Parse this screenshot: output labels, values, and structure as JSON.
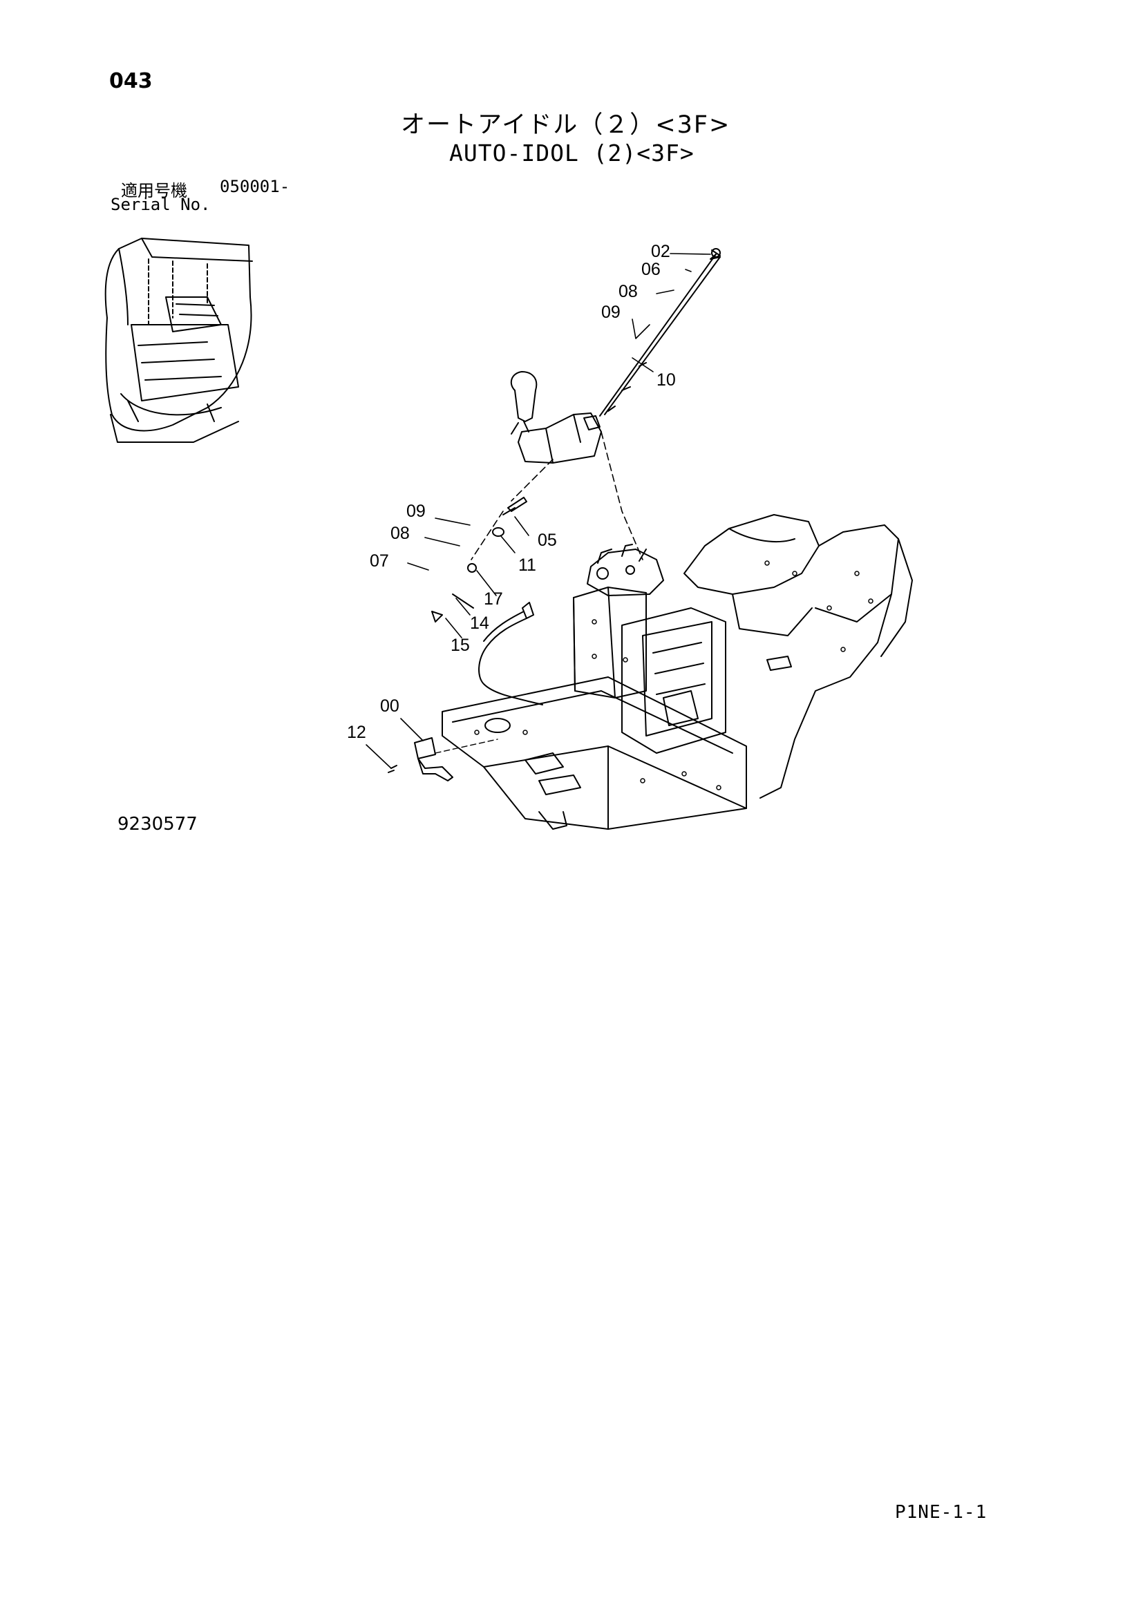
{
  "header": {
    "page_number": "043",
    "title_ja": "オートアイドル（２）<3F>",
    "title_en": "AUTO-IDOL (2)<3F>",
    "serial_label_ja": "適用号機",
    "serial_value": "050001-",
    "serial_label_en": "Serial No."
  },
  "diagram": {
    "callouts": [
      "02",
      "06",
      "08",
      "09",
      "10",
      "09",
      "08",
      "07",
      "05",
      "11",
      "17",
      "14",
      "15",
      "00",
      "12"
    ]
  },
  "footer": {
    "drawing_number": "9230577",
    "page_code": "P1NE-1-1"
  }
}
